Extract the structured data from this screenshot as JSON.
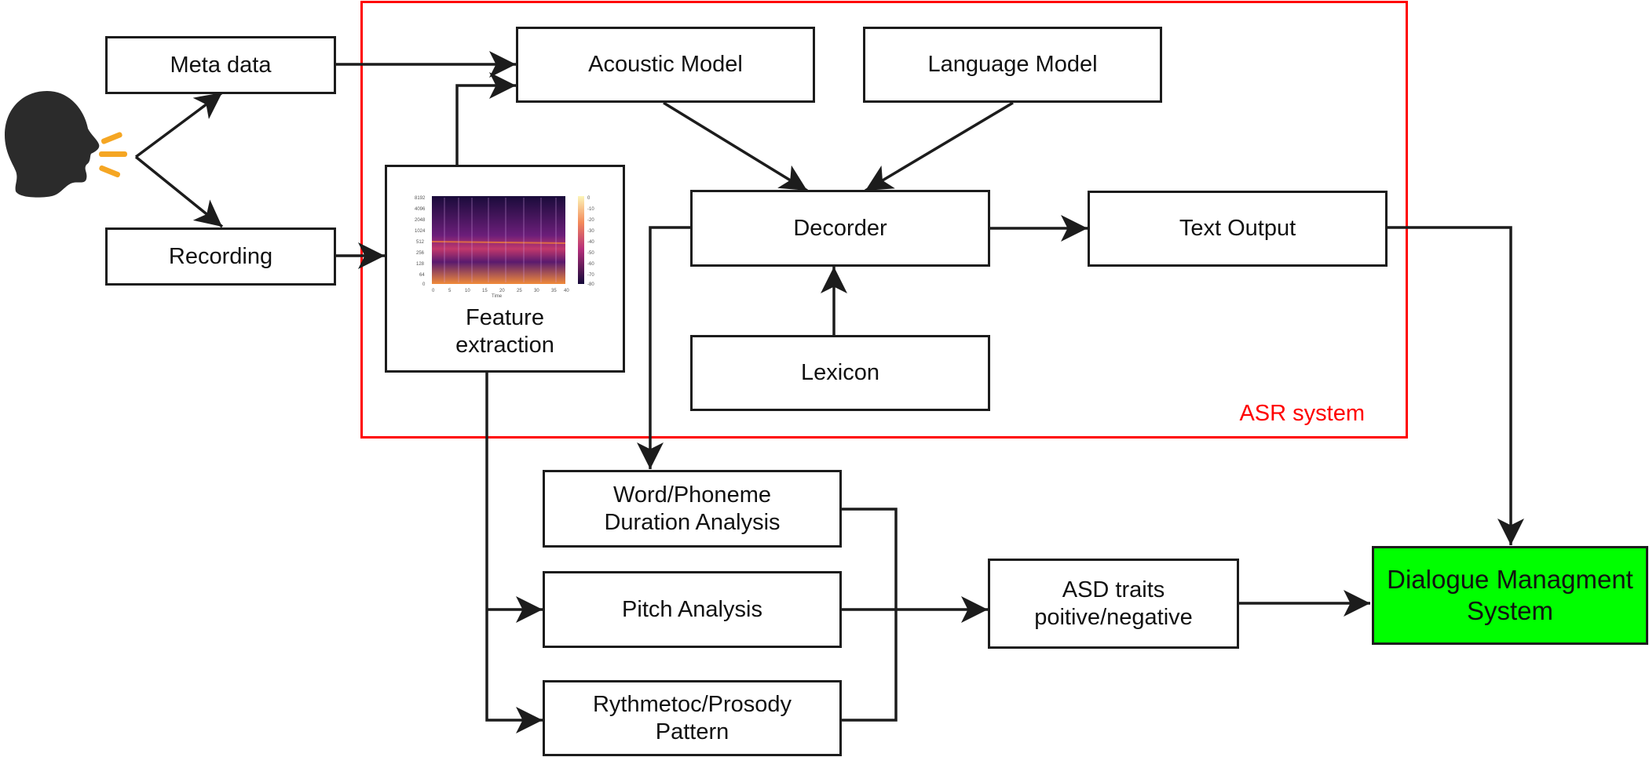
{
  "frame": {
    "label": "ASR system",
    "color": "#ff0000"
  },
  "nodes": {
    "meta_data": "Meta data",
    "recording": "Recording",
    "acoustic_model": "Acoustic Model",
    "language_model": "Language Model",
    "feature_extraction": "Feature\nextraction",
    "decoder": "Decorder",
    "text_output": "Text Output",
    "lexicon": "Lexicon",
    "word_phoneme": "Word/Phoneme\nDuration Analysis",
    "pitch_analysis": "Pitch Analysis",
    "rhythm_prosody": "Rythmetoc/Prosody\nPattern",
    "asd_traits": "ASD traits\npoitive/negative",
    "dialogue_management": "Dialogue Managment\nSystem"
  },
  "colors": {
    "dialogue_management_fill": "#00ff00",
    "arrow": "#1c1c1c",
    "speaker_head": "#2b2b2b",
    "sound_waves": "#f5a623"
  },
  "icons": {
    "speaker": "speaking-head-icon",
    "spectrogram": "spectrogram-image"
  },
  "edges": [
    [
      "speaker",
      "meta_data"
    ],
    [
      "speaker",
      "recording"
    ],
    [
      "meta_data",
      "acoustic_model"
    ],
    [
      "recording",
      "feature_extraction"
    ],
    [
      "feature_extraction",
      "acoustic_model"
    ],
    [
      "acoustic_model",
      "decoder"
    ],
    [
      "language_model",
      "decoder"
    ],
    [
      "lexicon",
      "decoder"
    ],
    [
      "decoder",
      "text_output"
    ],
    [
      "decoder",
      "word_phoneme"
    ],
    [
      "feature_extraction",
      "pitch_analysis"
    ],
    [
      "feature_extraction",
      "rhythm_prosody"
    ],
    [
      "word_phoneme",
      "asd_traits"
    ],
    [
      "pitch_analysis",
      "asd_traits"
    ],
    [
      "rhythm_prosody",
      "asd_traits"
    ],
    [
      "asd_traits",
      "dialogue_management"
    ],
    [
      "text_output",
      "dialogue_management"
    ]
  ]
}
